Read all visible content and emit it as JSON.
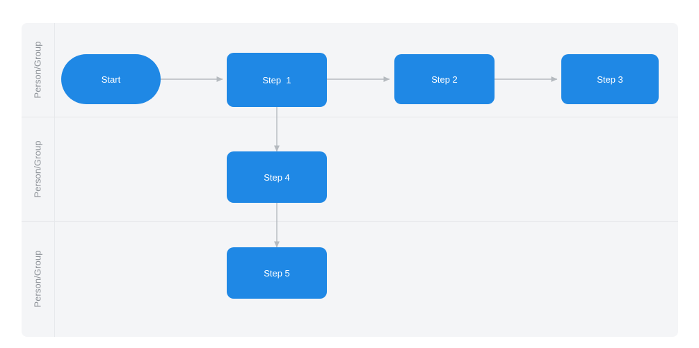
{
  "diagram": {
    "type": "swimlane-flowchart",
    "background_color": "#ffffff",
    "canvas_color": "#f4f5f7",
    "node_color": "#1f88e5",
    "node_text_color": "#ffffff",
    "connector_color": "#b5babf",
    "lane_divider_color": "#e4e6e9",
    "lane_label_color": "#8b9096",
    "lanes": [
      {
        "label": "Person/Group"
      },
      {
        "label": "Person/Group"
      },
      {
        "label": "Person/Group"
      }
    ],
    "nodes": [
      {
        "id": "start",
        "label": "Start",
        "shape": "stadium",
        "lane": 0
      },
      {
        "id": "step1",
        "label": "Step  1",
        "shape": "rounded",
        "lane": 0
      },
      {
        "id": "step2",
        "label": "Step 2",
        "shape": "rounded",
        "lane": 0
      },
      {
        "id": "step3",
        "label": "Step 3",
        "shape": "rounded",
        "lane": 0
      },
      {
        "id": "step4",
        "label": "Step 4",
        "shape": "rounded",
        "lane": 1
      },
      {
        "id": "step5",
        "label": "Step 5",
        "shape": "rounded",
        "lane": 2
      }
    ],
    "edges": [
      {
        "from": "start",
        "to": "step1",
        "direction": "right"
      },
      {
        "from": "step1",
        "to": "step2",
        "direction": "right"
      },
      {
        "from": "step2",
        "to": "step3",
        "direction": "right"
      },
      {
        "from": "step1",
        "to": "step4",
        "direction": "down"
      },
      {
        "from": "step4",
        "to": "step5",
        "direction": "down"
      }
    ]
  }
}
